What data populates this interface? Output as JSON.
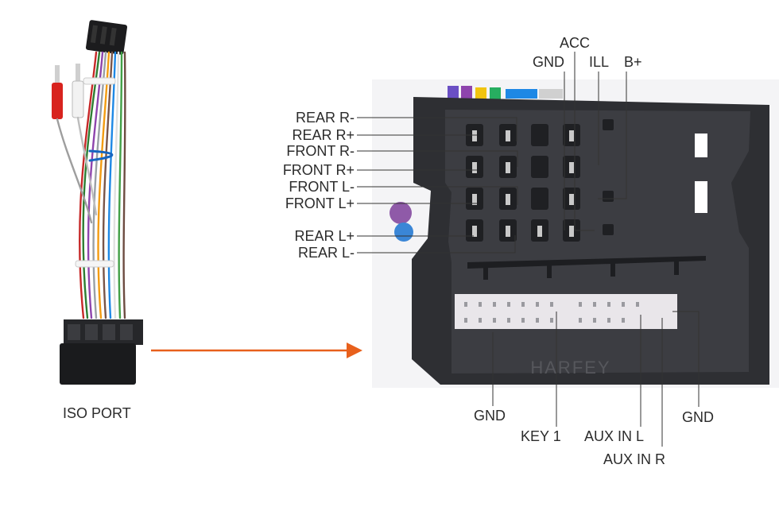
{
  "left_caption": "ISO PORT",
  "brand_mark": "HARFEY",
  "colors": {
    "arrow": "#e8601c",
    "housing": "#3a3b3f",
    "housing_dark": "#27282b",
    "leader": "#333333",
    "text": "#2b2b2b"
  },
  "labels": {
    "left": [
      "REAR R-",
      "REAR R+",
      "FRONT R-",
      "FRONT R+",
      "FRONT L-",
      "FRONT L+",
      "REAR L+",
      "REAR L-"
    ],
    "top": [
      "ACC",
      "GND",
      "ILL",
      "B+"
    ],
    "bottom": [
      "GND",
      "KEY 1",
      "AUX IN L",
      "AUX IN R",
      "GND"
    ]
  }
}
